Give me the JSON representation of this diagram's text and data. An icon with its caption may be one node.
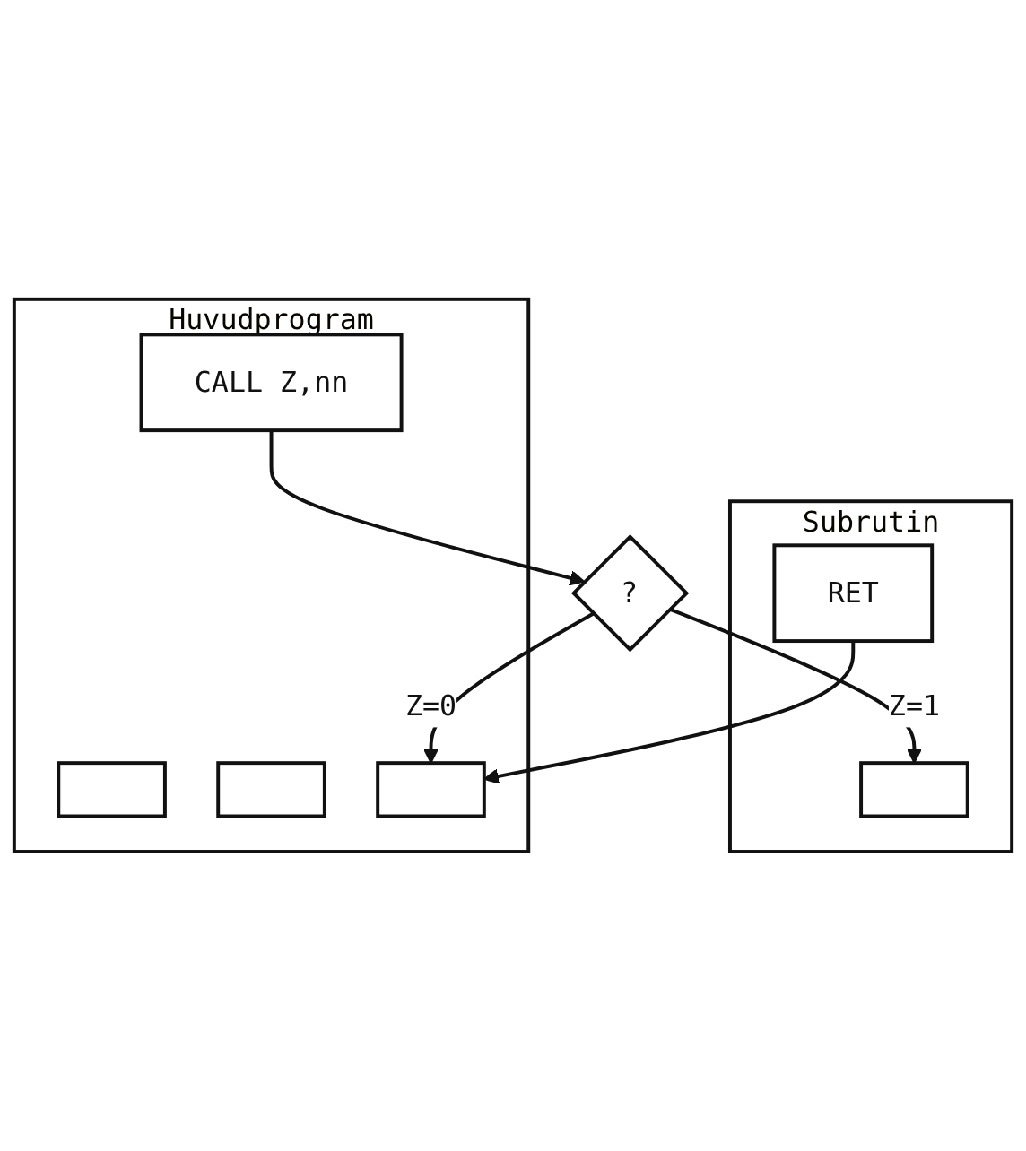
{
  "diagram": {
    "nodes": [
      {
        "text": [
          "Huvudprogram"
        ]
      },
      {
        "text": [
          "CALL  Z,nn"
        ],
        "in": 0
      },
      {
        "text": [],
        "shape": "box",
        "in": 0
      },
      {
        "text": [],
        "shape": "box",
        "in": 0
      },
      {
        "text": [],
        "shape": "box",
        "in": 0
      },
      {
        "text": [
          "?"
        ]
      },
      {
        "text": [
          "Subrutin"
        ]
      },
      {
        "text": [],
        "shape": "box",
        "in": 6
      },
      {
        "text": [
          "RET"
        ],
        "in": 6
      }
    ],
    "edges": [
      {
        "from": 1,
        "to": 5,
        "arrow": "to"
      },
      {
        "from": 5,
        "to": 4,
        "arrow": "to",
        "label": "Z=0"
      },
      {
        "from": 5,
        "to": 7,
        "arrow": "to",
        "label": "Z=1"
      },
      {
        "from": 8,
        "to": 4,
        "arrow": "to"
      }
    ]
  }
}
